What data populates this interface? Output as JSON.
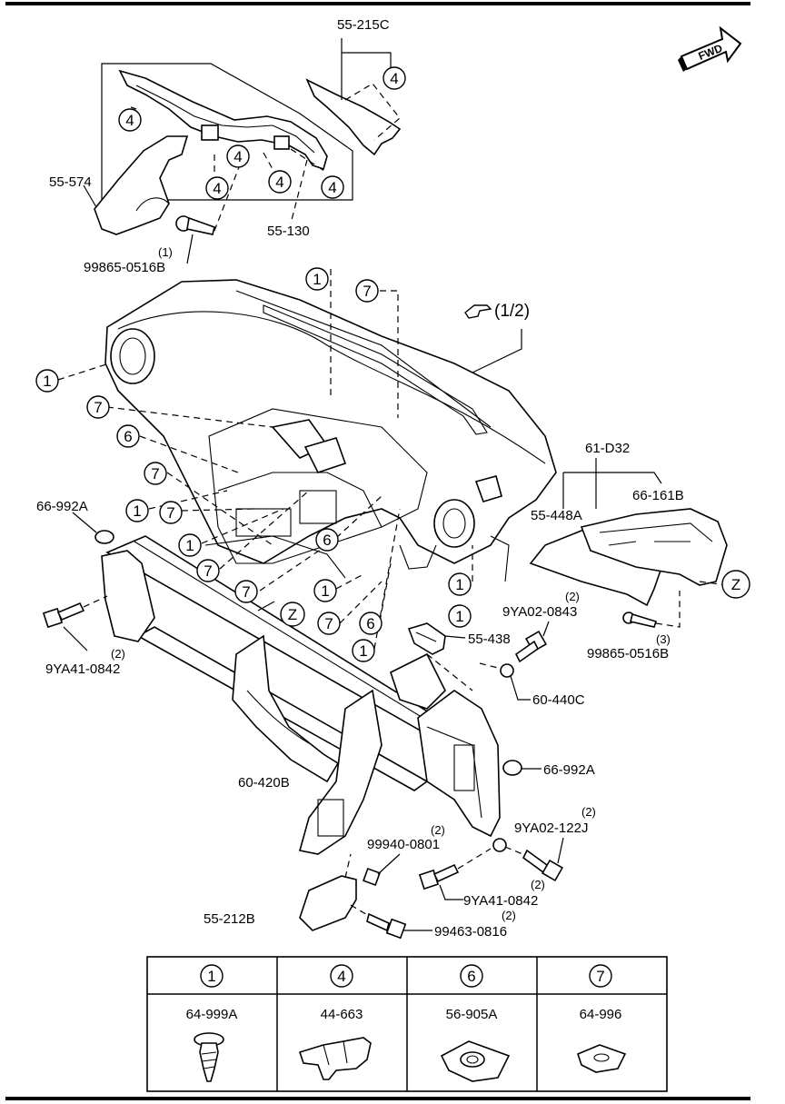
{
  "direction_badge": {
    "text": "FWD",
    "icon": "forward-arrow-icon"
  },
  "reference_note": {
    "icon": "pointing-hand-icon",
    "text": "(1/2)"
  },
  "callouts": {
    "c_55_215C": "55-215C",
    "c_55_574": "55-574",
    "c_55_130": "55-130",
    "c_99865_0516B_top": "99865-0516B",
    "c_99865_0516B_top_qty": "(1)",
    "c_61_D32": "61-D32",
    "c_55_448A": "55-448A",
    "c_66_161B": "66-161B",
    "c_66_992A_left": "66-992A",
    "c_9YA02_0843": "9YA02-0843",
    "c_9YA02_0843_qty": "(2)",
    "c_55_438": "55-438",
    "c_99865_0516B_right": "99865-0516B",
    "c_99865_0516B_right_qty": "(3)",
    "c_9YA41_0842_left": "9YA41-0842",
    "c_9YA41_0842_left_qty": "(2)",
    "c_60_440C": "60-440C",
    "c_66_992A_right": "66-992A",
    "c_60_420B": "60-420B",
    "c_9YA02_122J": "9YA02-122J",
    "c_9YA02_122J_qty": "(2)",
    "c_99940_0801": "99940-0801",
    "c_99940_0801_qty": "(2)",
    "c_9YA41_0842_bottom": "9YA41-0842",
    "c_9YA41_0842_bottom_qty": "(2)",
    "c_55_212B": "55-212B",
    "c_99463_0816": "99463-0816",
    "c_99463_0816_qty": "(2)"
  },
  "circled_refs": {
    "one": "1",
    "four": "4",
    "six": "6",
    "seven": "7",
    "z": "Z"
  },
  "legend_table": {
    "columns": [
      {
        "ref": "1",
        "part": "64-999A",
        "icon": "screw-clip-icon"
      },
      {
        "ref": "4",
        "part": "44-663",
        "icon": "retainer-clip-icon"
      },
      {
        "ref": "6",
        "part": "56-905A",
        "icon": "nut-clip-icon"
      },
      {
        "ref": "7",
        "part": "64-996",
        "icon": "spring-nut-icon"
      }
    ]
  }
}
